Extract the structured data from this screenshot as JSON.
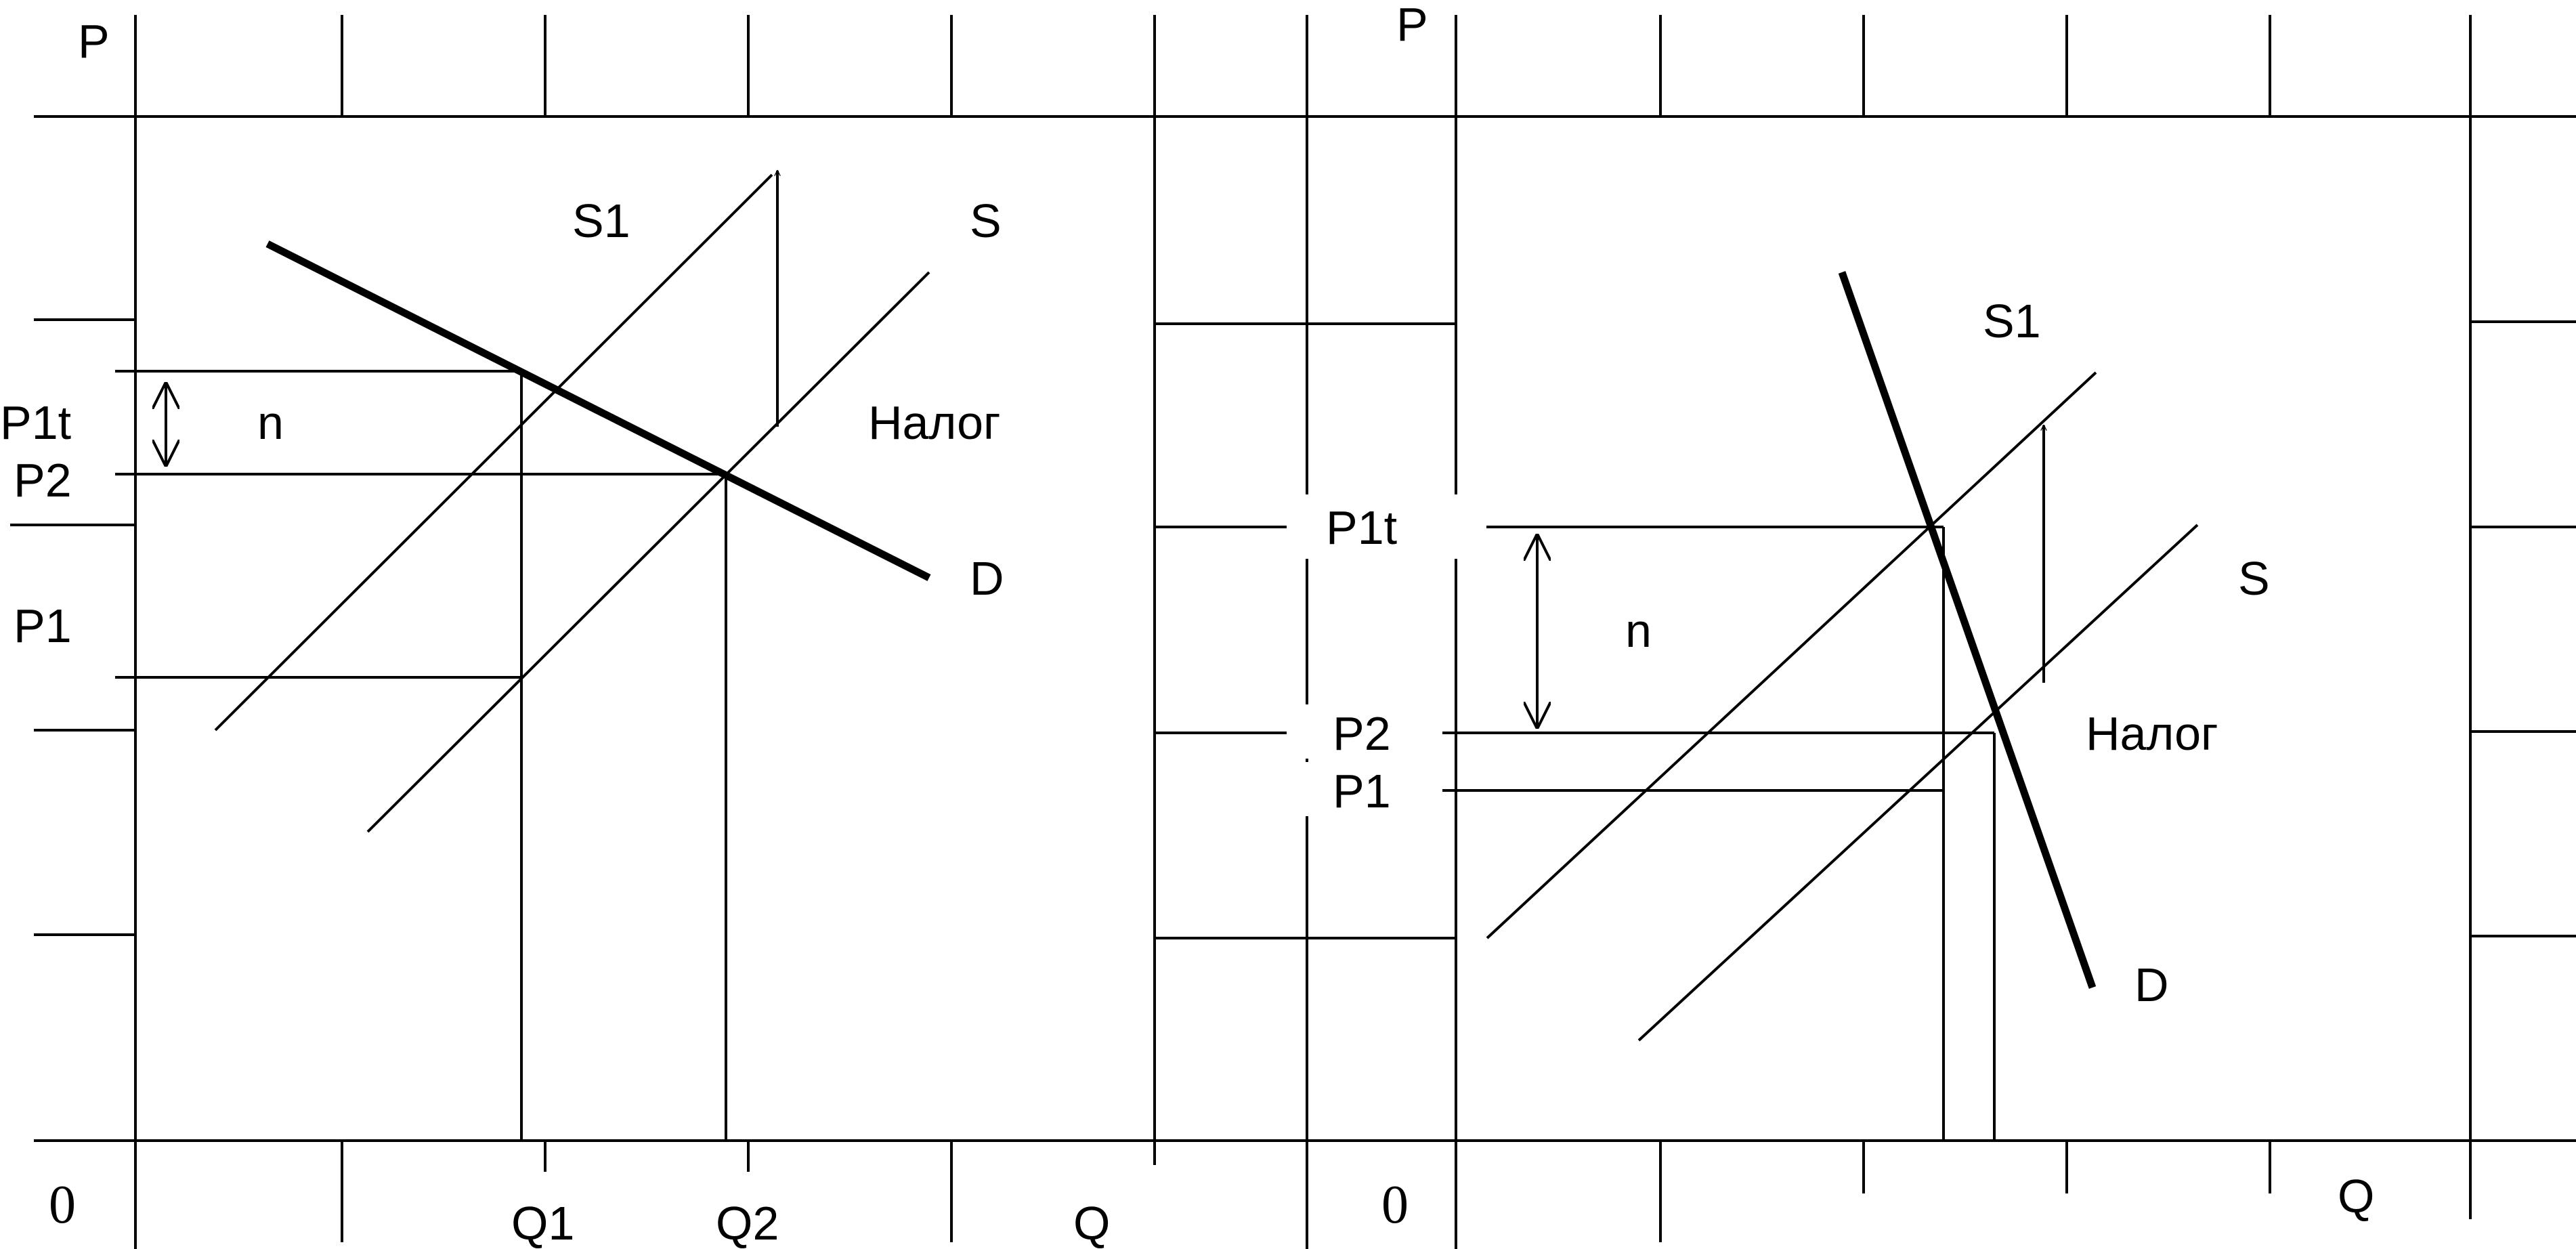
{
  "left_panel": {
    "y_axis_label": "P",
    "x_axis_label": "Q",
    "origin_label": "0",
    "price_labels": {
      "p1t": "P1t",
      "p2": "P2",
      "p1": "P1"
    },
    "quantity_labels": {
      "q1": "Q1",
      "q2": "Q2"
    },
    "curve_labels": {
      "s1": "S1",
      "s": "S",
      "d": "D"
    },
    "tax_gap_label": "n",
    "tax_label": "Налог"
  },
  "right_panel": {
    "y_axis_label": "P",
    "x_axis_label": "Q",
    "origin_label": "0",
    "price_labels": {
      "p1t": "P1t",
      "p2": "P2",
      "p1": "P1"
    },
    "curve_labels": {
      "s1": "S1",
      "s": "S",
      "d": "D"
    },
    "tax_gap_label": "n",
    "tax_label": "Налог"
  }
}
